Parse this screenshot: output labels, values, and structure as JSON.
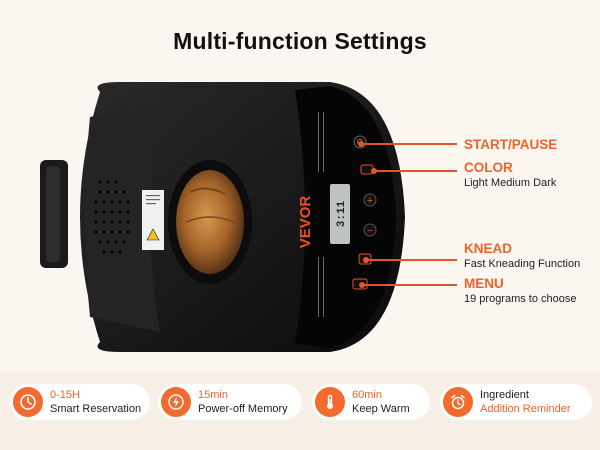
{
  "title": "Multi-function Settings",
  "machine": {
    "brand": "VEVOR",
    "display": "3:11"
  },
  "callouts": [
    {
      "heading": "START/PAUSE",
      "detail": ""
    },
    {
      "heading": "COLOR",
      "detail": "Light Medium Dark"
    },
    {
      "heading": "KNEAD",
      "detail": "Fast Kneading Function"
    },
    {
      "heading": "MENU",
      "detail": "19 programs to choose"
    }
  ],
  "features": [
    {
      "icon": "clock-icon",
      "line1": "0-15H",
      "line2": "Smart Reservation"
    },
    {
      "icon": "lightning-icon",
      "line1": "15min",
      "line2": "Power-off Memory"
    },
    {
      "icon": "thermometer-icon",
      "line1": "60min",
      "line2": "Keep Warm"
    },
    {
      "icon": "alarm-icon",
      "line1": "Ingredient",
      "line2": "Addition Reminder"
    }
  ],
  "colors": {
    "accent": "#f0622a",
    "background": "#fbf6ef",
    "machine": "#111111"
  }
}
